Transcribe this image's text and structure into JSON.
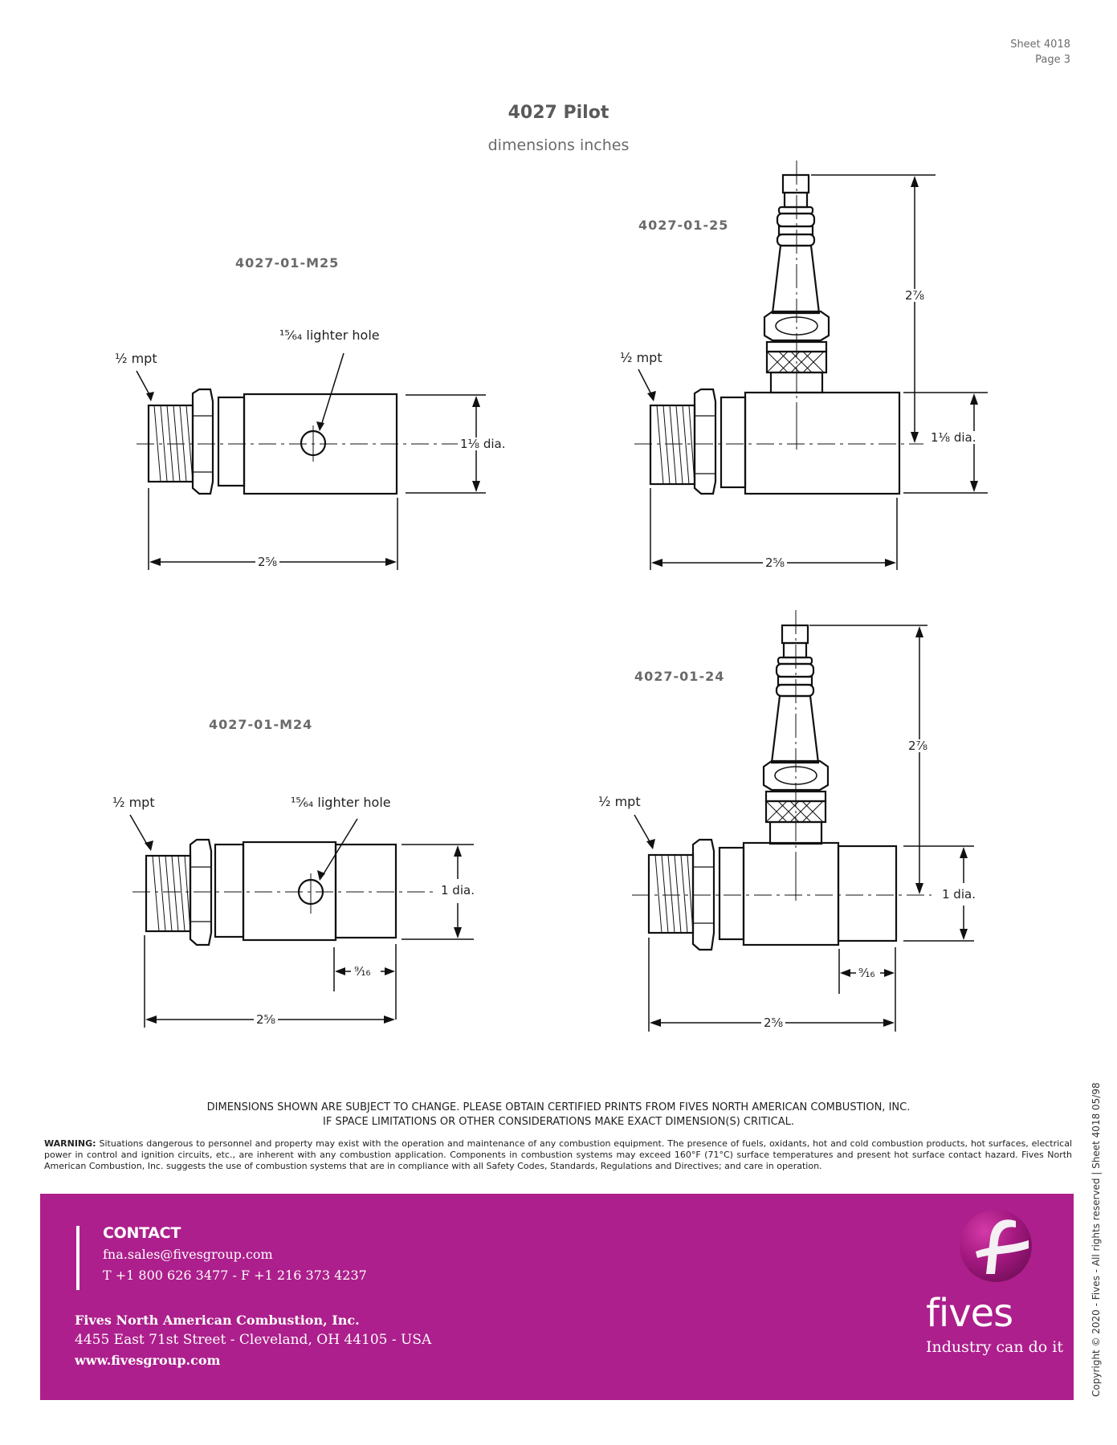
{
  "header": {
    "sheet": "Sheet 4018",
    "page": "Page 3",
    "title": "4027 Pilot",
    "subtitle": "dimensions inches"
  },
  "drawings": [
    {
      "model": "4027-01-M25",
      "thread_callout": "½ mpt",
      "hole_callout": "¹⁵⁄₆₄ lighter hole",
      "diameter": "1⅛ dia.",
      "length": "2⅝"
    },
    {
      "model": "4027-01-25",
      "thread_callout": "½ mpt",
      "height": "2⅞",
      "diameter": "1⅛ dia.",
      "length": "2⅝"
    },
    {
      "model": "4027-01-M24",
      "thread_callout": "½ mpt",
      "hole_callout": "¹⁵⁄₆₄ lighter hole",
      "diameter": "1 dia.",
      "step_length": "⁹⁄₁₆",
      "length": "2⅝"
    },
    {
      "model": "4027-01-24",
      "thread_callout": "½ mpt",
      "height": "2⅞",
      "diameter": "1 dia.",
      "step_length": "⁹⁄₁₆",
      "length": "2⅝"
    }
  ],
  "notices": {
    "disclaimer_line1": "DIMENSIONS SHOWN ARE SUBJECT TO CHANGE. PLEASE OBTAIN CERTIFIED PRINTS FROM FIVES NORTH AMERICAN COMBUSTION, INC.",
    "disclaimer_line2": "IF SPACE LIMITATIONS OR OTHER CONSIDERATIONS MAKE EXACT DIMENSION(S) CRITICAL.",
    "warning_label": "WARNING:",
    "warning_text": "Situations dangerous to personnel and property may exist with the operation and maintenance of any combustion equipment. The presence of fuels, oxidants, hot and cold combustion products, hot surfaces, electrical power in control and ignition circuits, etc., are inherent with any combustion application. Components in combustion systems may exceed 160°F (71°C) surface temperatures and present hot surface contact hazard. Fives North American Combustion, Inc. suggests the use of combustion systems that are in compliance with all Safety Codes, Standards, Regulations and Directives; and care in operation."
  },
  "footer": {
    "contact_heading": "CONTACT",
    "email": "fna.sales@fivesgroup.com",
    "phone_fax": "T +1 800 626 3477 - F +1 216 373 4237",
    "company": "Fives North American Combustion, Inc.",
    "address": "4455 East 71st Street - Cleveland, OH 44105 - USA",
    "website": "www.fivesgroup.com",
    "logo_word": "fives",
    "tagline": "Industry can do it",
    "brand_color": "#ad1f8c"
  },
  "copyright": "Copyright © 2020 - Fives - All rights reserved | Sheet 4018 05/98"
}
